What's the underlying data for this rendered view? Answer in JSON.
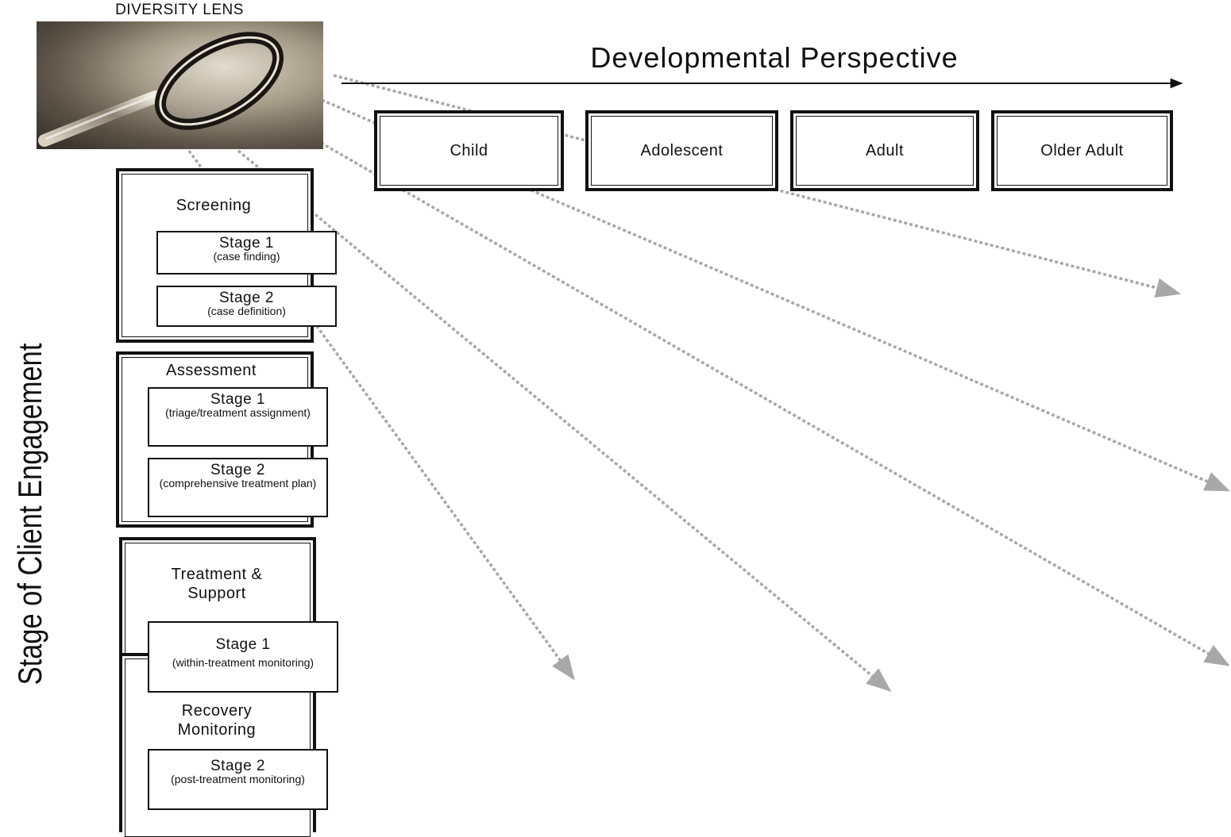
{
  "lens": {
    "label": "DIVERSITY LENS",
    "image": "magnifying-glass-photo"
  },
  "developmental": {
    "title": "Developmental Perspective",
    "boxes": [
      {
        "label": "Child"
      },
      {
        "label": "Adolescent"
      },
      {
        "label": "Adult"
      },
      {
        "label": "Older Adult"
      }
    ]
  },
  "engagement": {
    "axis_label": "Stage of Client Engagement",
    "groups": {
      "screening": {
        "title": "Screening",
        "stage1": {
          "label": "Stage 1",
          "sub": "(case finding)"
        },
        "stage2": {
          "label": "Stage 2",
          "sub": "(case definition)"
        }
      },
      "assessment": {
        "title": "Assessment",
        "stage1": {
          "label": "Stage 1",
          "sub": "(triage/treatment assignment)"
        },
        "stage2": {
          "label": "Stage 2",
          "sub": "(comprehensive treatment plan)"
        }
      },
      "treatment": {
        "title": "Treatment & Support",
        "stage1": {
          "label": "Stage 1",
          "sub": "(within-treatment monitoring)"
        }
      },
      "recovery": {
        "title": "Recovery Monitoring",
        "stage2": {
          "label": "Stage 2",
          "sub": "(post-treatment monitoring)"
        }
      }
    }
  },
  "colors": {
    "line": "#111111",
    "dotted": "#a8a8a8"
  }
}
